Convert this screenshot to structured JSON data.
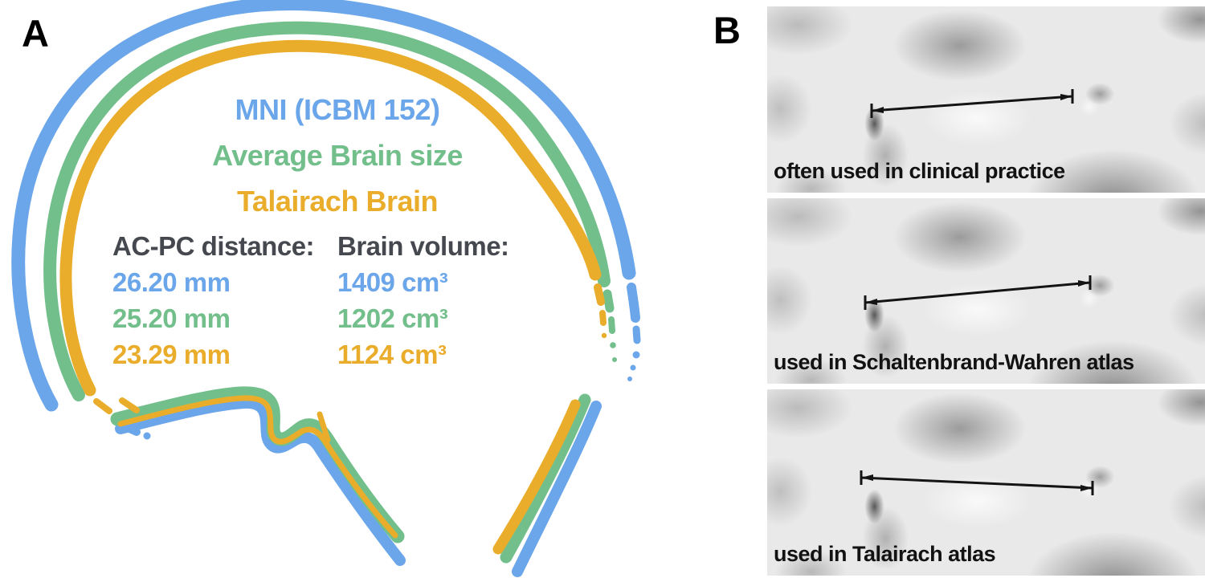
{
  "colors": {
    "mni_blue": "#6aa6e9",
    "average_green": "#72bf8c",
    "talairach_orange": "#eaad2b",
    "header_gray": "#45494f",
    "label_black": "#121212",
    "annotation_line": "#141414"
  },
  "panel_a": {
    "letter": "A",
    "legend": [
      {
        "label": "MNI (ICBM 152)",
        "color_key": "mni_blue"
      },
      {
        "label": "Average Brain size",
        "color_key": "average_green"
      },
      {
        "label": "Talairach Brain",
        "color_key": "talairach_orange"
      }
    ],
    "measurements": {
      "col1_header": "AC-PC distance:",
      "col2_header": "Brain volume:",
      "rows": [
        {
          "brain": "MNI (ICBM 152)",
          "acpc": "26.20 mm",
          "volume": "1409 cm³",
          "color_key": "mni_blue"
        },
        {
          "brain": "Average Brain size",
          "acpc": "25.20 mm",
          "volume": "1202 cm³",
          "color_key": "average_green"
        },
        {
          "brain": "Talairach Brain",
          "acpc": "23.29 mm",
          "volume": "1124 cm³",
          "color_key": "talairach_orange"
        }
      ]
    }
  },
  "panel_b": {
    "letter": "B",
    "strips": [
      {
        "label": "often used in clinical practice"
      },
      {
        "label": "used in Schaltenbrand-Wahren atlas"
      },
      {
        "label": "used in Talairach atlas"
      }
    ]
  }
}
